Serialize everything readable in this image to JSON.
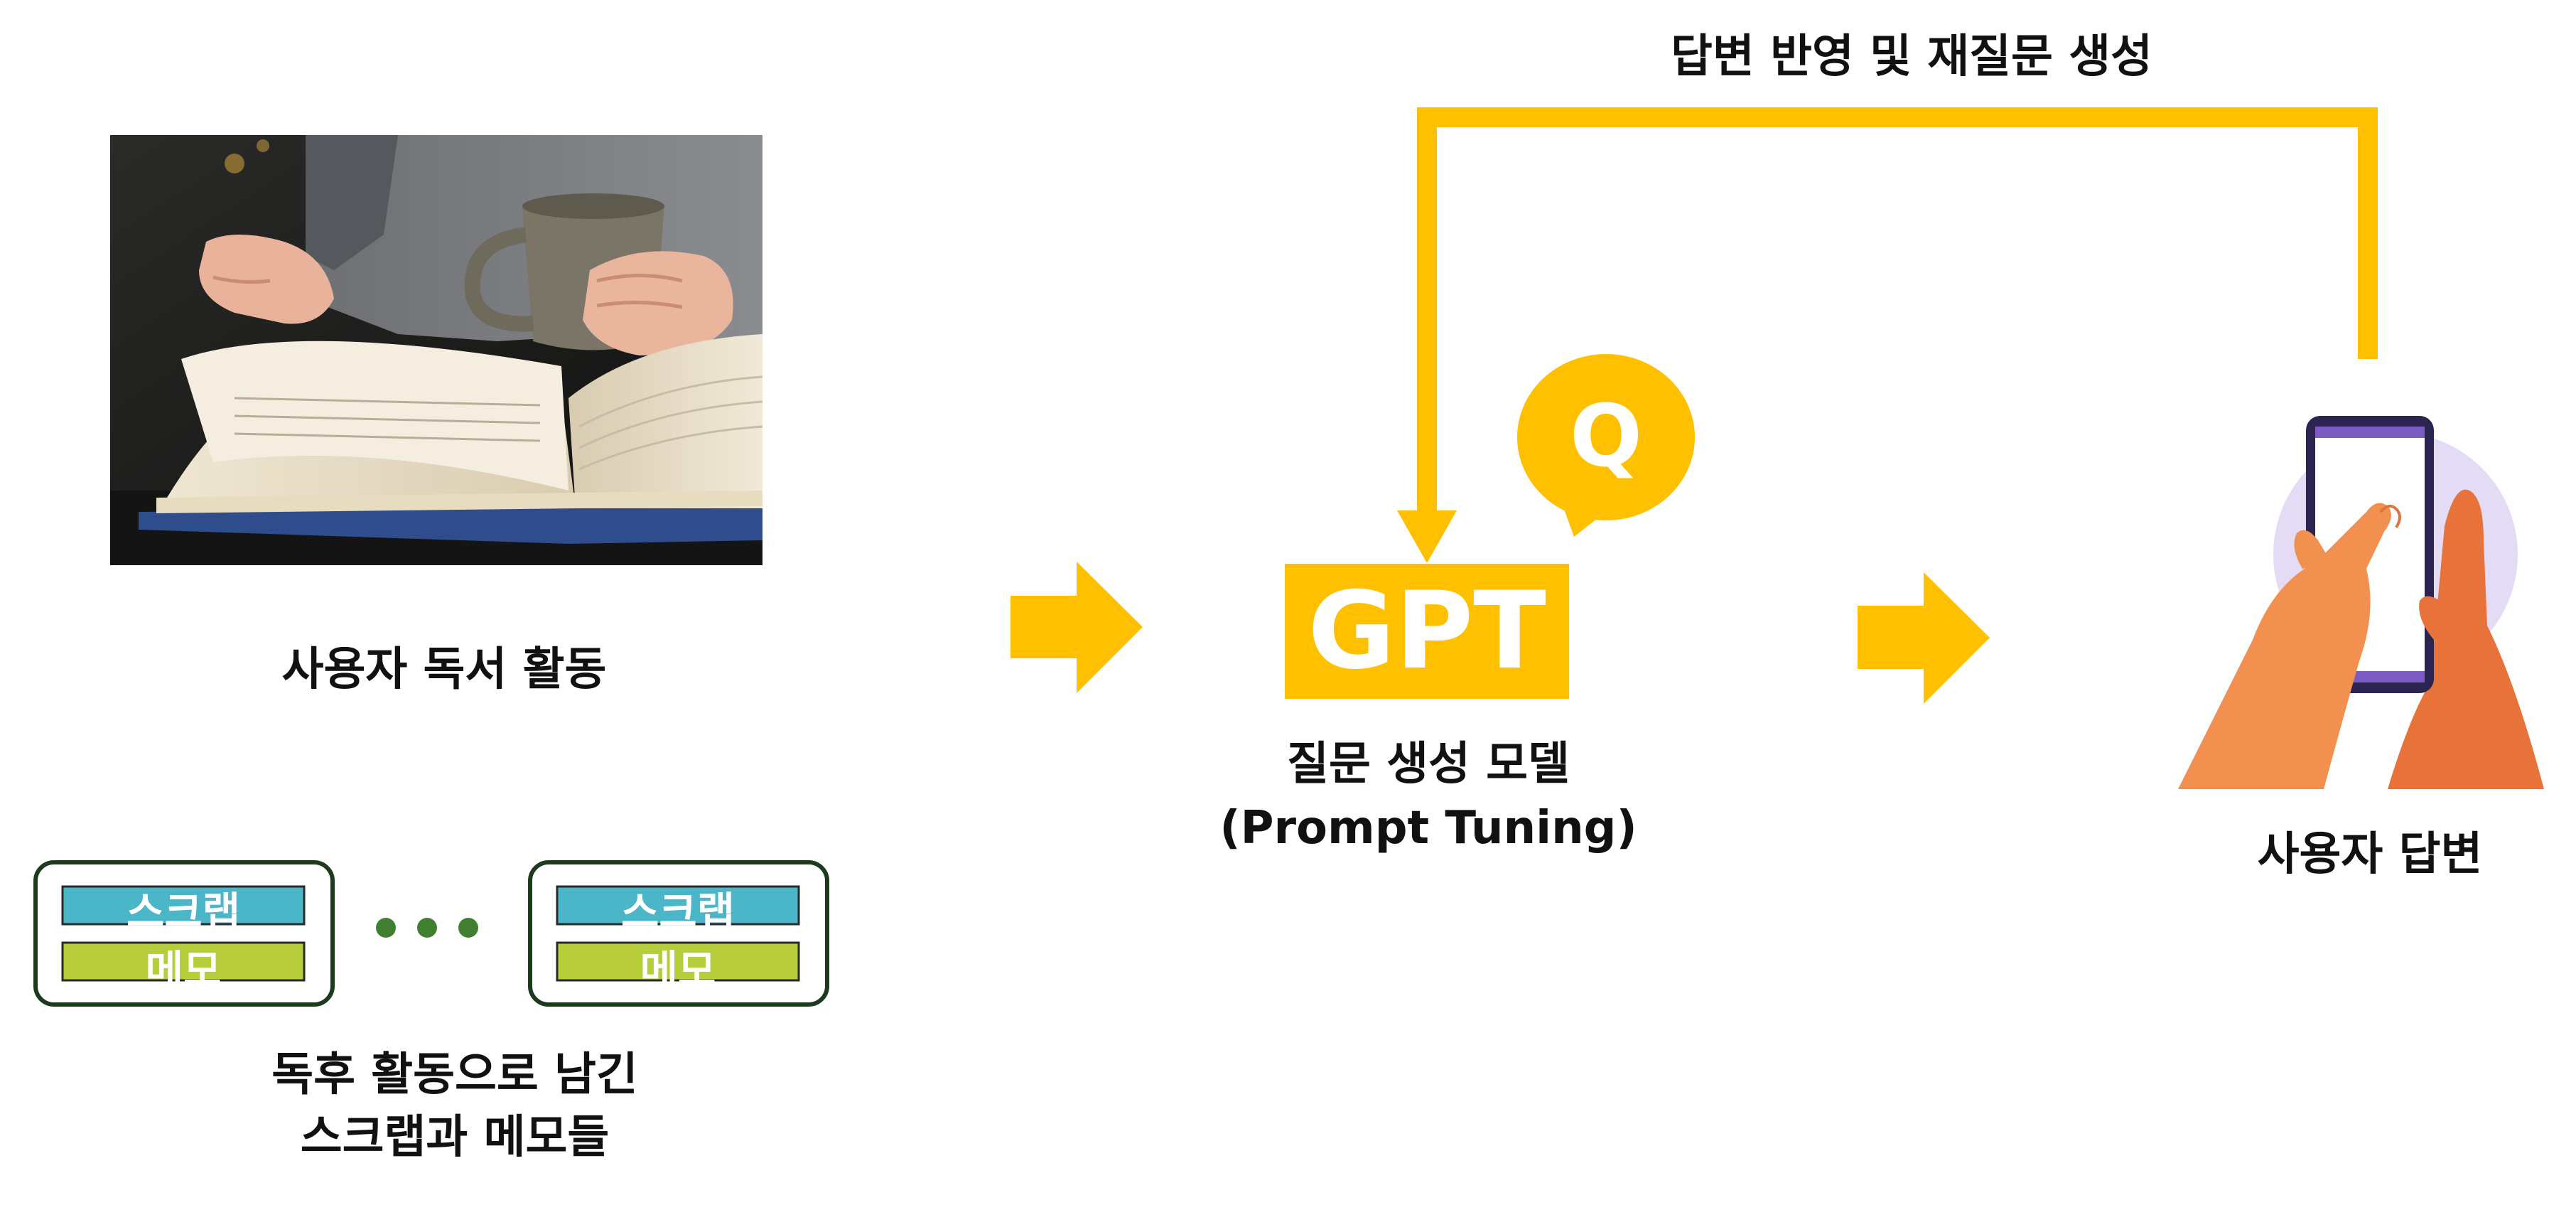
{
  "feedback_label": "답변 반영 및 재질문 생성",
  "reading_caption": "사용자 독서 활동",
  "cards": [
    {
      "scrap_label": "스크랩",
      "memo_label": "메모"
    },
    {
      "scrap_label": "스크랩",
      "memo_label": "메모"
    }
  ],
  "notes_caption_line1": "독후 활동으로 남긴",
  "notes_caption_line2": "스크랩과 메모들",
  "gpt_box_label": "GPT",
  "question_bubble_label": "Q",
  "model_caption_line1": "질문 생성 모델",
  "model_caption_line2": "(Prompt Tuning)",
  "answer_caption": "사용자 답변",
  "colors": {
    "accent_yellow": "#FFC000",
    "card_border": "#1E3A1E",
    "scrap_fill": "#4BB6C8",
    "memo_fill": "#B7CE3A",
    "dots": "#3F7F2F",
    "phone_frame": "#2B2450",
    "phone_screen_bar": "#7B5CC0",
    "hand_light": "#F2914F",
    "hand_dark": "#E8733A",
    "halo": "#E4DBF5"
  },
  "icons": [
    "book-photo",
    "gpt-box",
    "question-bubble-icon",
    "phone-hand-icon",
    "right-arrow-icon",
    "ellipsis-dots"
  ]
}
